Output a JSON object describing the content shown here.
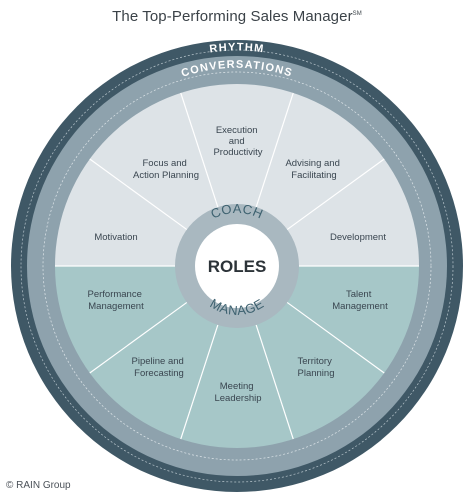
{
  "title": "The Top-Performing Sales Manager",
  "title_mark": "SM",
  "copyright": "© RAIN Group",
  "outer_ring_label": "RHYTHM",
  "inner_ring_label": "CONVERSATIONS",
  "center_label": "ROLES",
  "hub_top_label": "COACH",
  "hub_bottom_label": "MANAGE",
  "coach_segments": [
    {
      "line1": "Motivation",
      "line2": "",
      "line3": ""
    },
    {
      "line1": "Focus and",
      "line2": "Action Planning",
      "line3": ""
    },
    {
      "line1": "Execution",
      "line2": "and",
      "line3": "Productivity"
    },
    {
      "line1": "Advising and",
      "line2": "Facilitating",
      "line3": ""
    },
    {
      "line1": "Development",
      "line2": "",
      "line3": ""
    }
  ],
  "manage_segments": [
    {
      "line1": "Performance",
      "line2": "Management"
    },
    {
      "line1": "Pipeline and",
      "line2": "Forecasting"
    },
    {
      "line1": "Meeting",
      "line2": "Leadership"
    },
    {
      "line1": "Territory",
      "line2": "Planning"
    },
    {
      "line1": "Talent",
      "line2": "Management"
    }
  ],
  "colors": {
    "outer_ring": "#3f5866",
    "inner_ring": "#8ea2ad",
    "coach_fill": "#dde3e7",
    "manage_fill": "#a6c7c8",
    "hub_ring": "#a9b8c0",
    "center": "#ffffff"
  }
}
